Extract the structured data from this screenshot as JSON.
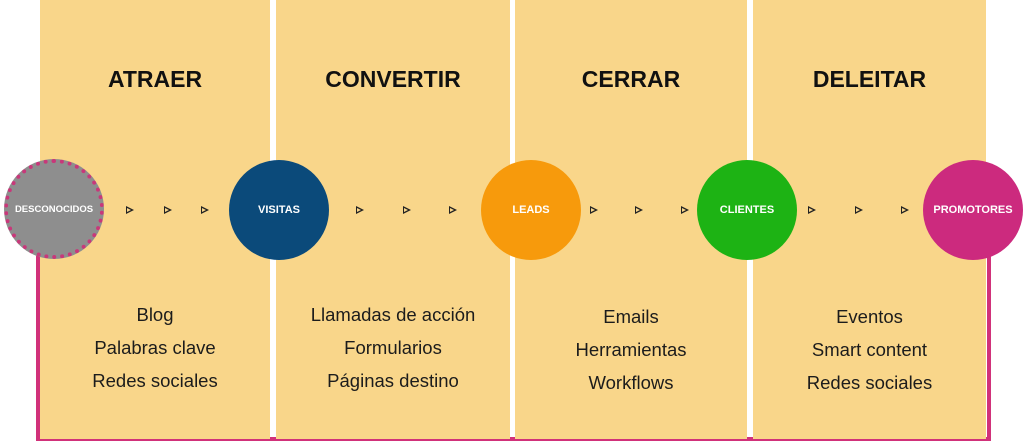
{
  "stages": [
    {
      "title": "ATRAER",
      "items": [
        "Blog",
        "Palabras clave",
        "Redes sociales"
      ]
    },
    {
      "title": "CONVERTIR",
      "items": [
        "Llamadas de acción",
        "Formularios",
        "Páginas destino"
      ]
    },
    {
      "title": "CERRAR",
      "items": [
        "Emails",
        "Herramientas",
        "Workflows"
      ]
    },
    {
      "title": "DELEITAR",
      "items": [
        "Eventos",
        "Smart content",
        "Redes sociales"
      ]
    }
  ],
  "nodes": [
    {
      "label": "DESCONOCIDOS",
      "color": "#8e8e8e",
      "border": "dotted #c8387a"
    },
    {
      "label": "VISITAS",
      "color": "#0b4a7a"
    },
    {
      "label": "LEADS",
      "color": "#f79a0c"
    },
    {
      "label": "CLIENTES",
      "color": "#1db314"
    },
    {
      "label": "PROMOTORES",
      "color": "#cc2a7e"
    }
  ],
  "colors": {
    "column": "#f9d68a",
    "frame": "#d1317a"
  }
}
